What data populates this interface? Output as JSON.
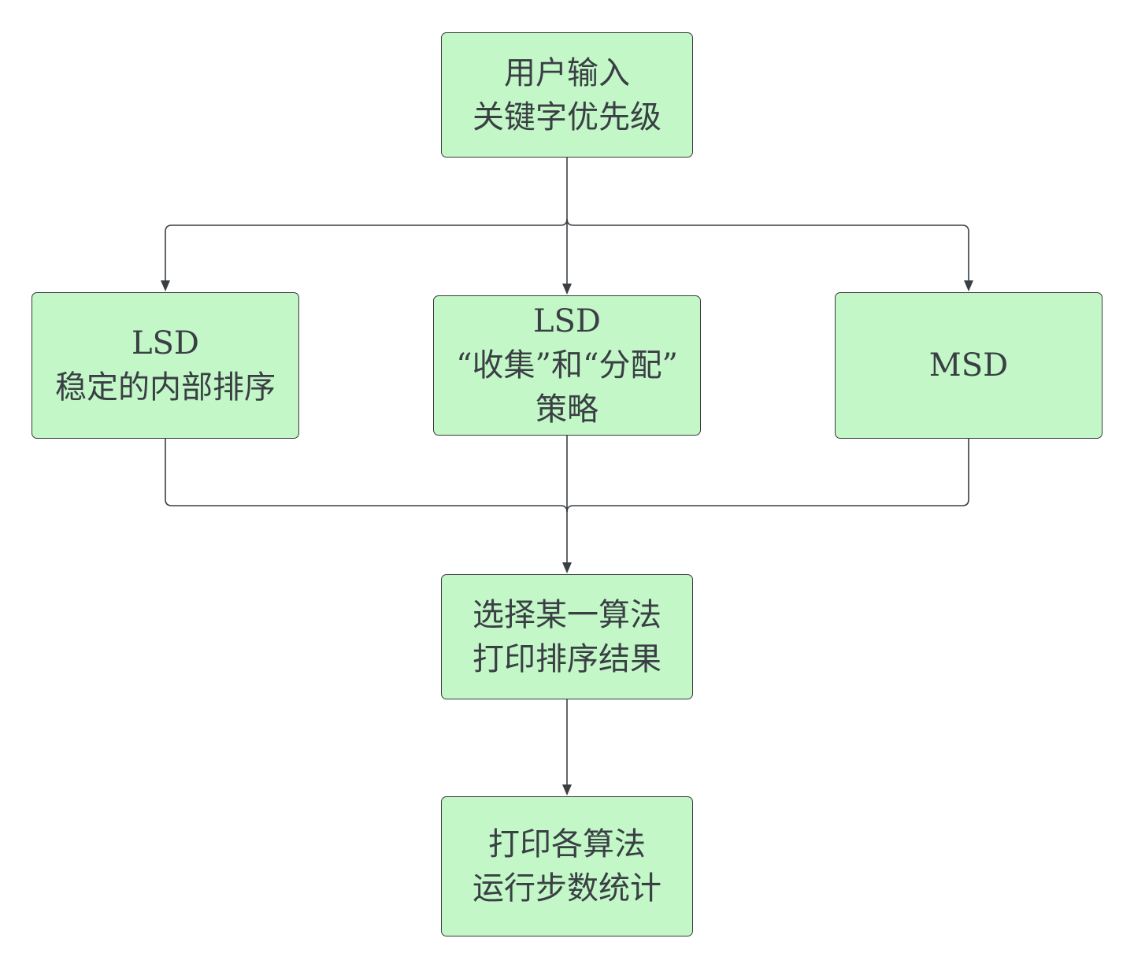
{
  "nodes": {
    "input": {
      "lines": [
        "用户输入",
        "关键字优先级"
      ]
    },
    "lsd1": {
      "lines": [
        "LSD",
        "稳定的内部排序"
      ]
    },
    "lsd2": {
      "lines": [
        "LSD",
        "“收集”和“分配”",
        "策略"
      ]
    },
    "msd": {
      "lines": [
        "MSD"
      ]
    },
    "select": {
      "lines": [
        "选择某一算法",
        "打印排序结果"
      ]
    },
    "stats": {
      "lines": [
        "打印各算法",
        "运行步数统计"
      ]
    }
  },
  "edges": [
    {
      "from": "input",
      "to": "lsd1"
    },
    {
      "from": "input",
      "to": "lsd2"
    },
    {
      "from": "input",
      "to": "msd"
    },
    {
      "from": "lsd1",
      "to": "select"
    },
    {
      "from": "lsd2",
      "to": "select"
    },
    {
      "from": "msd",
      "to": "select"
    },
    {
      "from": "select",
      "to": "stats"
    }
  ],
  "colors": {
    "node_fill": "#c3f7c8",
    "node_border": "#3a3a3a",
    "text": "#3a3f44",
    "connector": "#3a3f44"
  }
}
